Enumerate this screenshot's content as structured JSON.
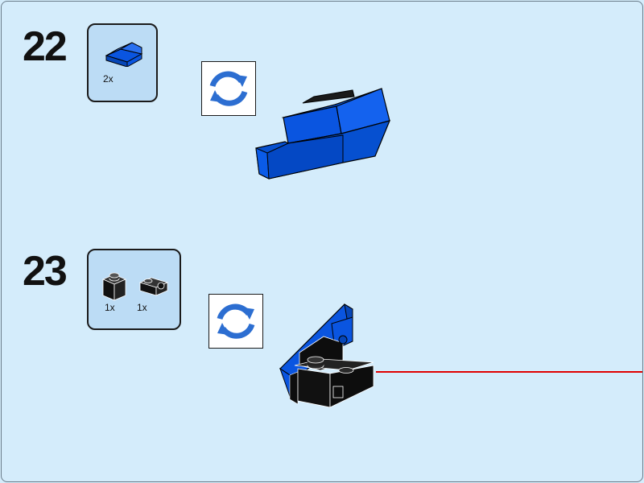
{
  "steps": [
    {
      "number": "22",
      "parts": [
        {
          "name": "slope-2x1-blue",
          "quantity": "2x"
        }
      ],
      "rotate_icon": "rotate-arrows-icon"
    },
    {
      "number": "23",
      "parts": [
        {
          "name": "brick-1x1-black",
          "quantity": "1x"
        },
        {
          "name": "bracket-black",
          "quantity": "1x"
        }
      ],
      "rotate_icon": "rotate-arrows-icon"
    }
  ],
  "colors": {
    "background": "#d4ecfb",
    "parts_box": "#bcdcf5",
    "brick_blue": "#0a55e0",
    "brick_black": "#0d0d0d",
    "rotate_arrow": "#2c6ed1",
    "guide_line": "#e00000"
  }
}
